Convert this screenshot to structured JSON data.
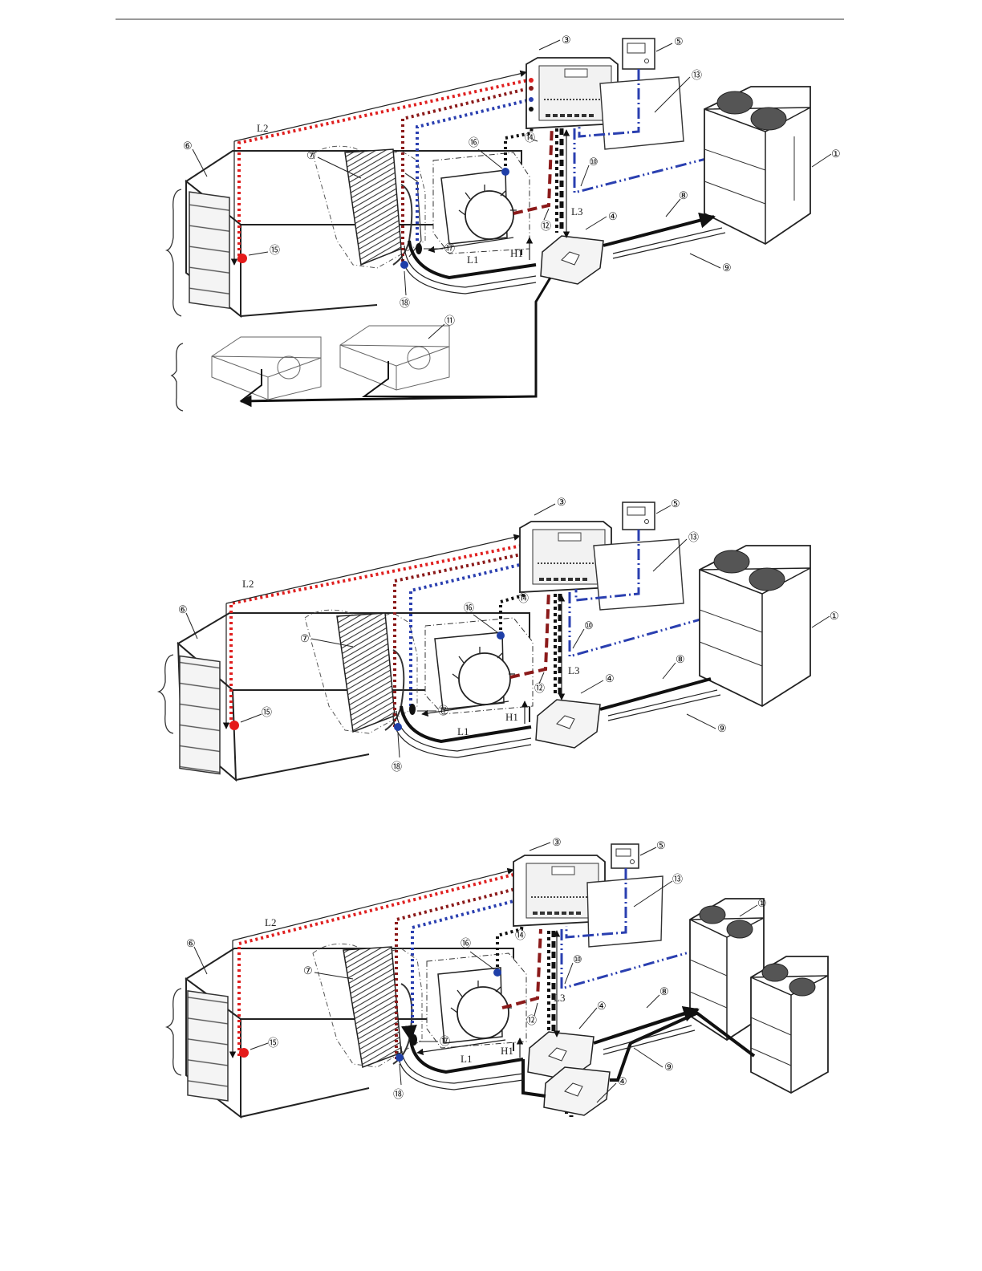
{
  "labels": {
    "outdoor_unit": "①",
    "control_box": "③",
    "expansion_valve_kit": "④",
    "wired_controller": "⑤",
    "air_handler": "⑥",
    "coil": "⑦",
    "gas_pipe": "⑧",
    "liquid_pipe": "⑨",
    "communication_wire": "⑩",
    "other_indoor_unit": "⑪",
    "valve_signal_wire": "⑫",
    "control_panel": "⑬",
    "sensor_wire": "⑭",
    "return_air_sensor": "⑮",
    "discharge_air_sensor": "⑯",
    "coil_outlet_sensor": "⑰",
    "coil_inlet_sensor": "⑱"
  },
  "dimensions": {
    "l1": "L1",
    "l2": "L2",
    "l3": "L3",
    "h1": "H1"
  },
  "colors": {
    "red_wire": "#e02020",
    "blue_wire": "#2a3fb0",
    "dark_red_wire": "#8b1a1a",
    "black_wire": "#111111",
    "sensor_red": "#e51b1b",
    "sensor_blue": "#1f3fa8"
  },
  "icons": [
    "outdoor-fan-icon",
    "controller-screen-icon",
    "valve-icon",
    "louver-icon"
  ]
}
